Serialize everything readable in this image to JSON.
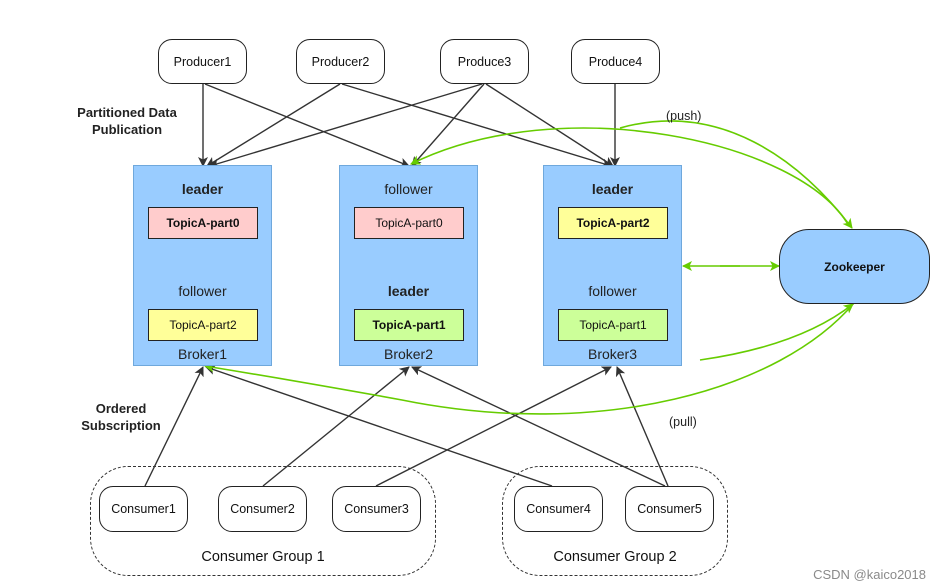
{
  "colors": {
    "broker_fill": "#99ccff",
    "leader_partition": "#ffff99",
    "leader_partition_alt": "#ccff99",
    "follower_partition_pink": "#ffcccc",
    "green_arrow": "#66cc00",
    "black_arrow": "#333333"
  },
  "producers": [
    {
      "label": "Producer1"
    },
    {
      "label": "Producer2"
    },
    {
      "label": "Produce3"
    },
    {
      "label": "Produce4"
    }
  ],
  "captions": {
    "publication": "Partitioned Data\nPublication",
    "subscription": "Ordered\nSubscription",
    "push": "(push)",
    "pull": "(pull)"
  },
  "brokers": [
    {
      "name": "Broker1",
      "top_role": "leader",
      "top_partition": "TopicA-part0",
      "bottom_role": "follower",
      "bottom_partition": "TopicA-part2"
    },
    {
      "name": "Broker2",
      "top_role": "follower",
      "top_partition": "TopicA-part0",
      "bottom_role": "leader",
      "bottom_partition": "TopicA-part1"
    },
    {
      "name": "Broker3",
      "top_role": "leader",
      "top_partition": "TopicA-part2",
      "bottom_role": "follower",
      "bottom_partition": "TopicA-part1"
    }
  ],
  "zookeeper": {
    "label": "Zookeeper"
  },
  "consumers": [
    {
      "label": "Consumer1"
    },
    {
      "label": "Consumer2"
    },
    {
      "label": "Consumer3"
    },
    {
      "label": "Consumer4"
    },
    {
      "label": "Consumer5"
    }
  ],
  "groups": [
    {
      "label": "Consumer Group 1"
    },
    {
      "label": "Consumer Group 2"
    }
  ],
  "watermark": "CSDN @kaico2018"
}
